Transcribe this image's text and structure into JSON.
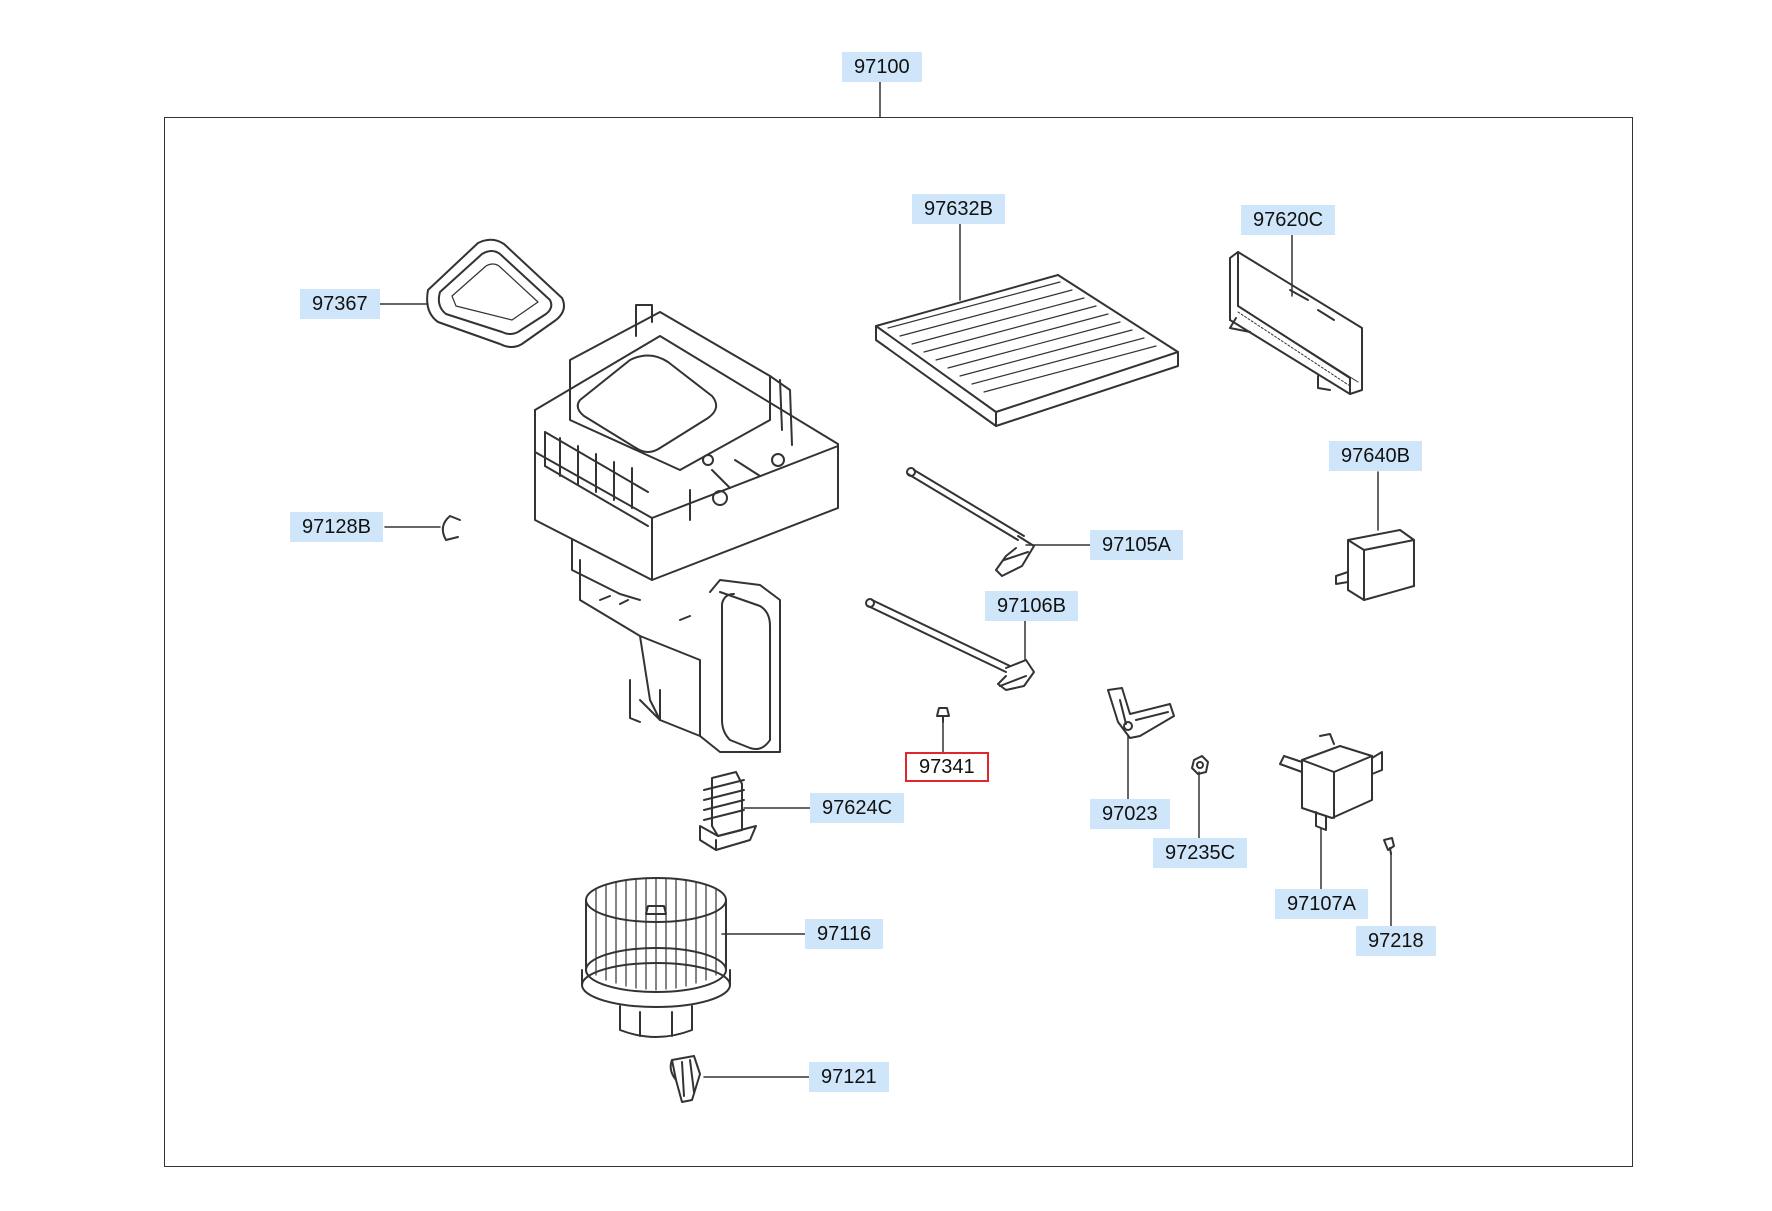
{
  "diagram": {
    "assembly_label": "97100",
    "selected_part": "97341",
    "colors": {
      "label_bg": "#cfe6fa",
      "highlight_border": "#e3262b",
      "line": "#333333"
    },
    "callouts": [
      {
        "id": "97100",
        "text": "97100"
      },
      {
        "id": "97632B",
        "text": "97632B"
      },
      {
        "id": "97620C",
        "text": "97620C"
      },
      {
        "id": "97367",
        "text": "97367"
      },
      {
        "id": "97640B",
        "text": "97640B"
      },
      {
        "id": "97128B",
        "text": "97128B"
      },
      {
        "id": "97105A",
        "text": "97105A"
      },
      {
        "id": "97106B",
        "text": "97106B"
      },
      {
        "id": "97341",
        "text": "97341"
      },
      {
        "id": "97023",
        "text": "97023"
      },
      {
        "id": "97624C",
        "text": "97624C"
      },
      {
        "id": "97235C",
        "text": "97235C"
      },
      {
        "id": "97107A",
        "text": "97107A"
      },
      {
        "id": "97116",
        "text": "97116"
      },
      {
        "id": "97218",
        "text": "97218"
      },
      {
        "id": "97121",
        "text": "97121"
      }
    ]
  }
}
